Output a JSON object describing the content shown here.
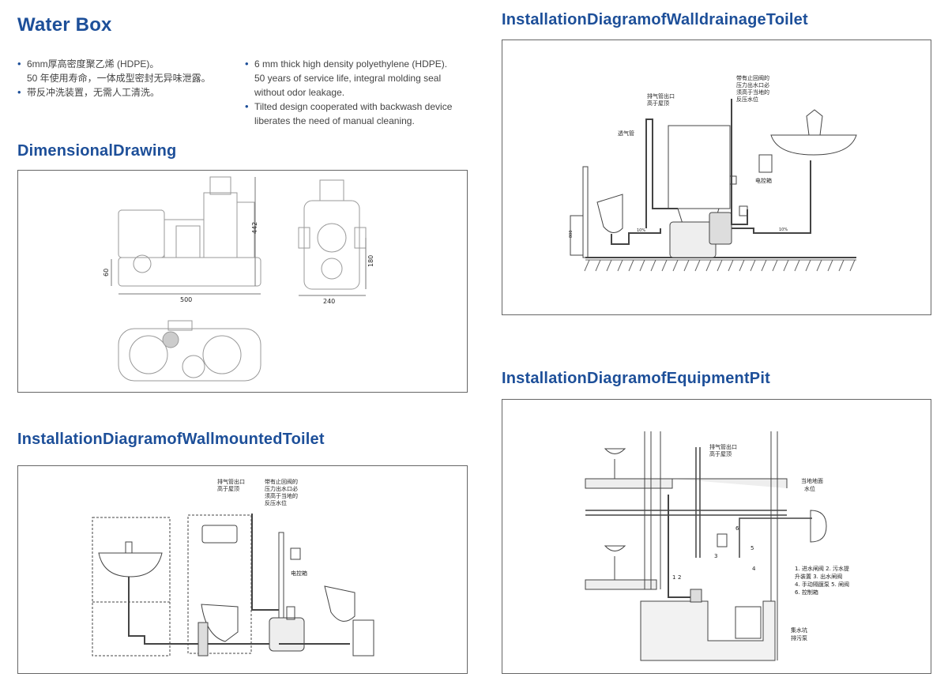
{
  "water_box": {
    "title": "Water Box",
    "cn_bullets": [
      {
        "first": "6mm厚高密度聚乙烯 (HDPE)。",
        "cont": "50 年使用寿命，一体成型密封无异味泄露。"
      },
      {
        "first": "带反冲洗装置，无需人工清洗。",
        "cont": ""
      }
    ],
    "en_bullets": [
      {
        "first": "6 mm thick  high density polyethylene (HDPE).",
        "cont1": "50 years of service life, integral molding  seal",
        "cont2": "without odor leakage."
      },
      {
        "first": "Tilted design cooperated with backwash device",
        "cont1": "liberates the need of manual cleaning.",
        "cont2": ""
      }
    ]
  },
  "dimensional": {
    "title": "DimensionalDrawing",
    "dim_width": "500",
    "dim_height": "442",
    "dim_inlet": "60",
    "dim_side_width": "240",
    "dim_side_height": "180"
  },
  "wall_drainage": {
    "title": "InstallationDiagramofWalldrainageToilet",
    "vent_outlet": [
      "排气管出口",
      "高于屋顶"
    ],
    "vent_pipe": "透气管",
    "check_valve": [
      "带有止回阀的",
      "压力出水口必",
      "须高于当地的",
      "反压水位"
    ],
    "control_box": "电控箱",
    "ruler": "800",
    "pipe_label1": "10%",
    "pipe_label2": "10%"
  },
  "wall_mounted": {
    "title": "InstallationDiagramofWallmountedToilet",
    "vent_outlet": [
      "排气管出口",
      "高于屋顶"
    ],
    "check_valve": [
      "带有止回阀的",
      "压力出水口必",
      "须高于当地的",
      "反压水位"
    ],
    "control_box": "电控箱"
  },
  "equipment_pit": {
    "title": "InstallationDiagramofEquipmentPit",
    "vent_outlet": [
      "排气管出口",
      "高于屋顶"
    ],
    "ground_level": [
      "当地地面",
      "水位"
    ],
    "legend": [
      "1. 进水闸阀    2. 污水提",
      "升装置  3. 出水闸阀",
      "4. 手动隔膜泵 5. 闸阀",
      "6. 控制箱"
    ],
    "sump": [
      "集水坑",
      "排污泵"
    ],
    "nums": [
      "1",
      "2",
      "3",
      "4",
      "5",
      "6"
    ]
  }
}
